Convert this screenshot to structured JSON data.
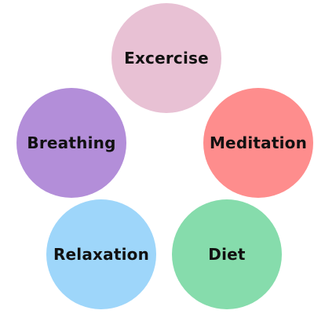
{
  "nodes": [
    {
      "id": "exercise",
      "label": "Excercise",
      "color": "#e8c1d4"
    },
    {
      "id": "breathing",
      "label": "Breathing",
      "color": "#b38ed9"
    },
    {
      "id": "meditation",
      "label": "Meditation",
      "color": "#fe8d8d"
    },
    {
      "id": "relaxation",
      "label": "Relaxation",
      "color": "#9ed6fa"
    },
    {
      "id": "diet",
      "label": "Diet",
      "color": "#86dcac"
    }
  ]
}
